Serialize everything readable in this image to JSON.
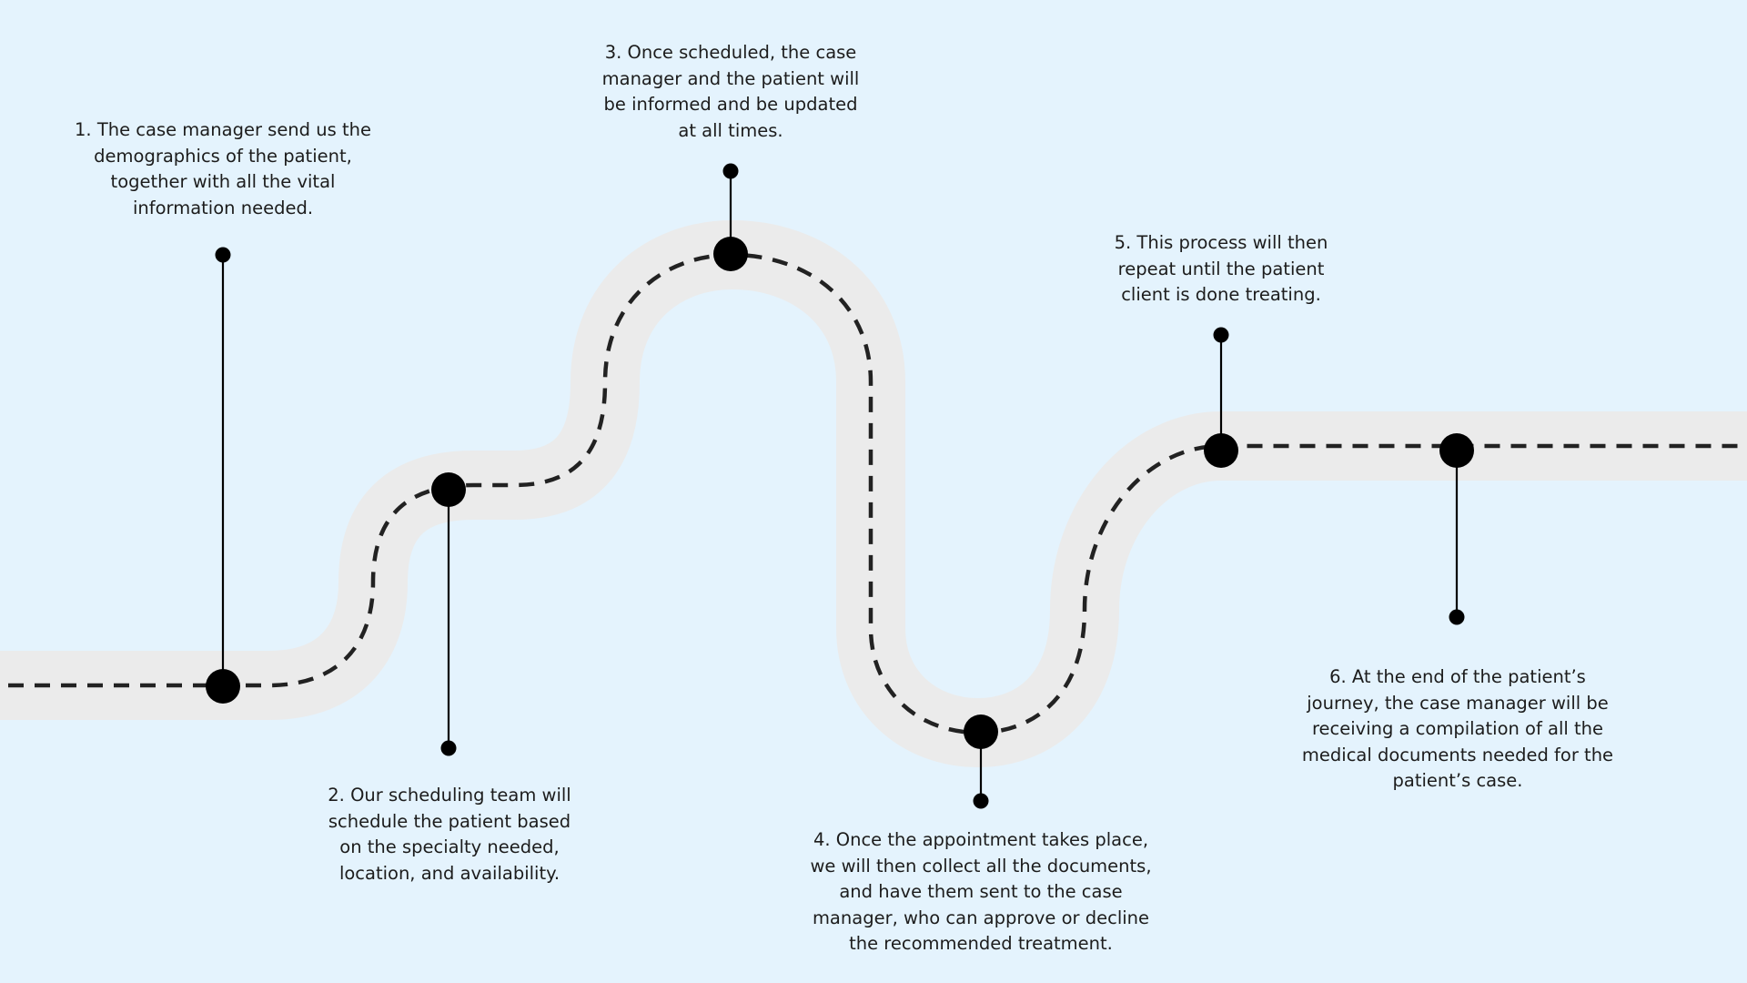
{
  "colors": {
    "background": "#e4f3fd",
    "road": "#ebebeb",
    "dashes": "#222222",
    "markers": "#000000",
    "text": "#1c1c1c"
  },
  "steps": [
    {
      "number": 1,
      "lines": [
        "1. The case manager send us the",
        "demographics of the patient,",
        "together with all the vital",
        "information needed."
      ]
    },
    {
      "number": 2,
      "lines": [
        "2. Our scheduling team will",
        "schedule the patient based",
        "on the specialty needed,",
        "location, and availability."
      ]
    },
    {
      "number": 3,
      "lines": [
        "3. Once scheduled, the case",
        "manager and the patient will",
        "be informed and be updated",
        "at all times."
      ]
    },
    {
      "number": 4,
      "lines": [
        "4. Once the appointment takes place,",
        "we will then collect all the documents,",
        "and have them sent to the case",
        "manager, who can approve or decline",
        "the recommended treatment."
      ]
    },
    {
      "number": 5,
      "lines": [
        "5. This process will then",
        "repeat until the patient",
        "client is done treating."
      ]
    },
    {
      "number": 6,
      "lines": [
        "6. At the end of the patient’s",
        "journey, the case manager will be",
        "receiving a compilation of all the",
        "medical documents needed for the",
        "patient’s case."
      ]
    }
  ]
}
